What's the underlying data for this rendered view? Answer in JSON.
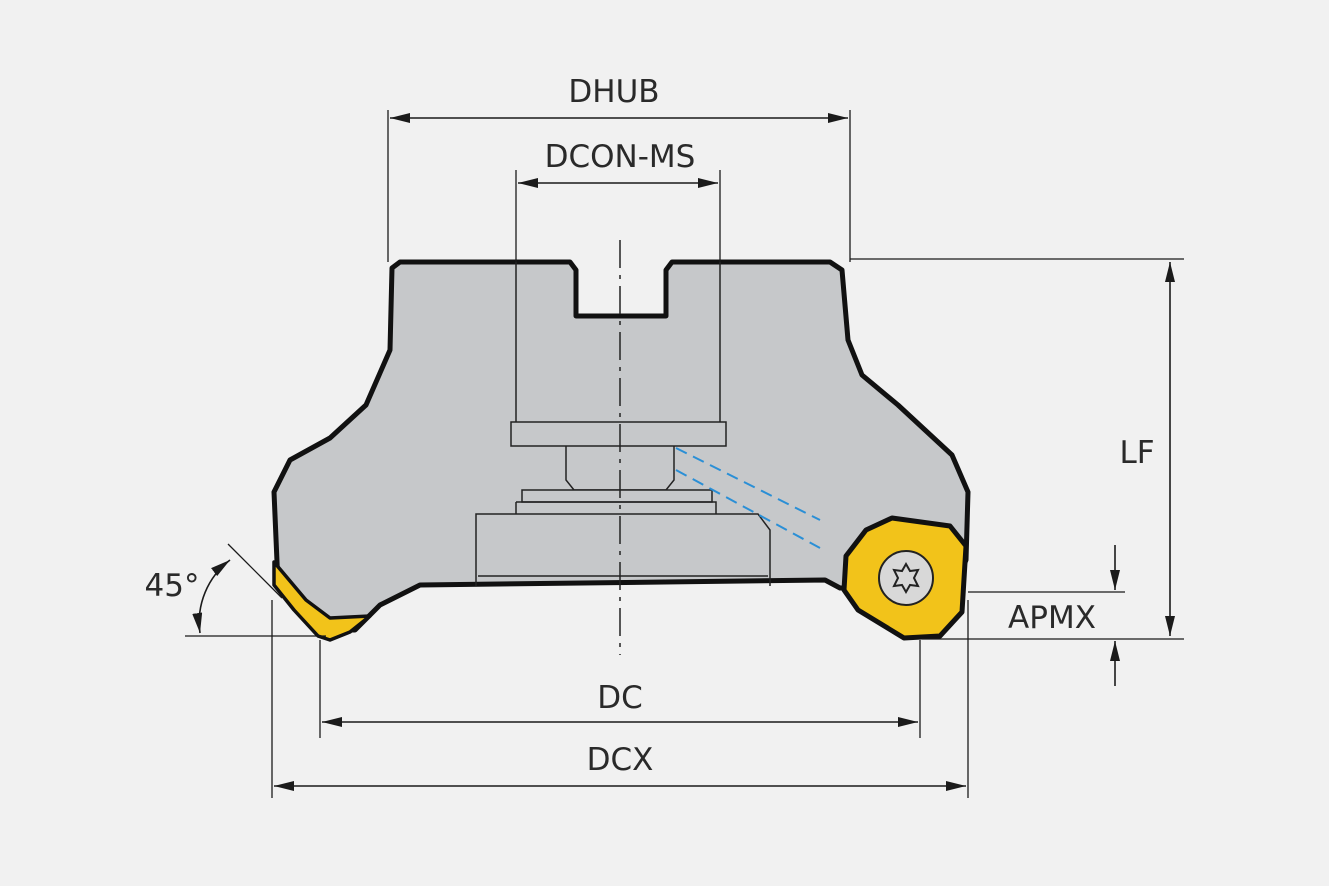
{
  "diagram": {
    "labels": {
      "dhub": "DHUB",
      "dcon_ms": "DCON-MS",
      "lf": "LF",
      "apmx": "APMX",
      "dc": "DC",
      "dcx": "DCX",
      "angle": "45°"
    },
    "colors": {
      "background": "#f1f1f1",
      "body_fill": "#c6c8ca",
      "insert_fill": "#f2c31a",
      "coolant_line": "#2a8fd6",
      "line": "#111111"
    }
  }
}
